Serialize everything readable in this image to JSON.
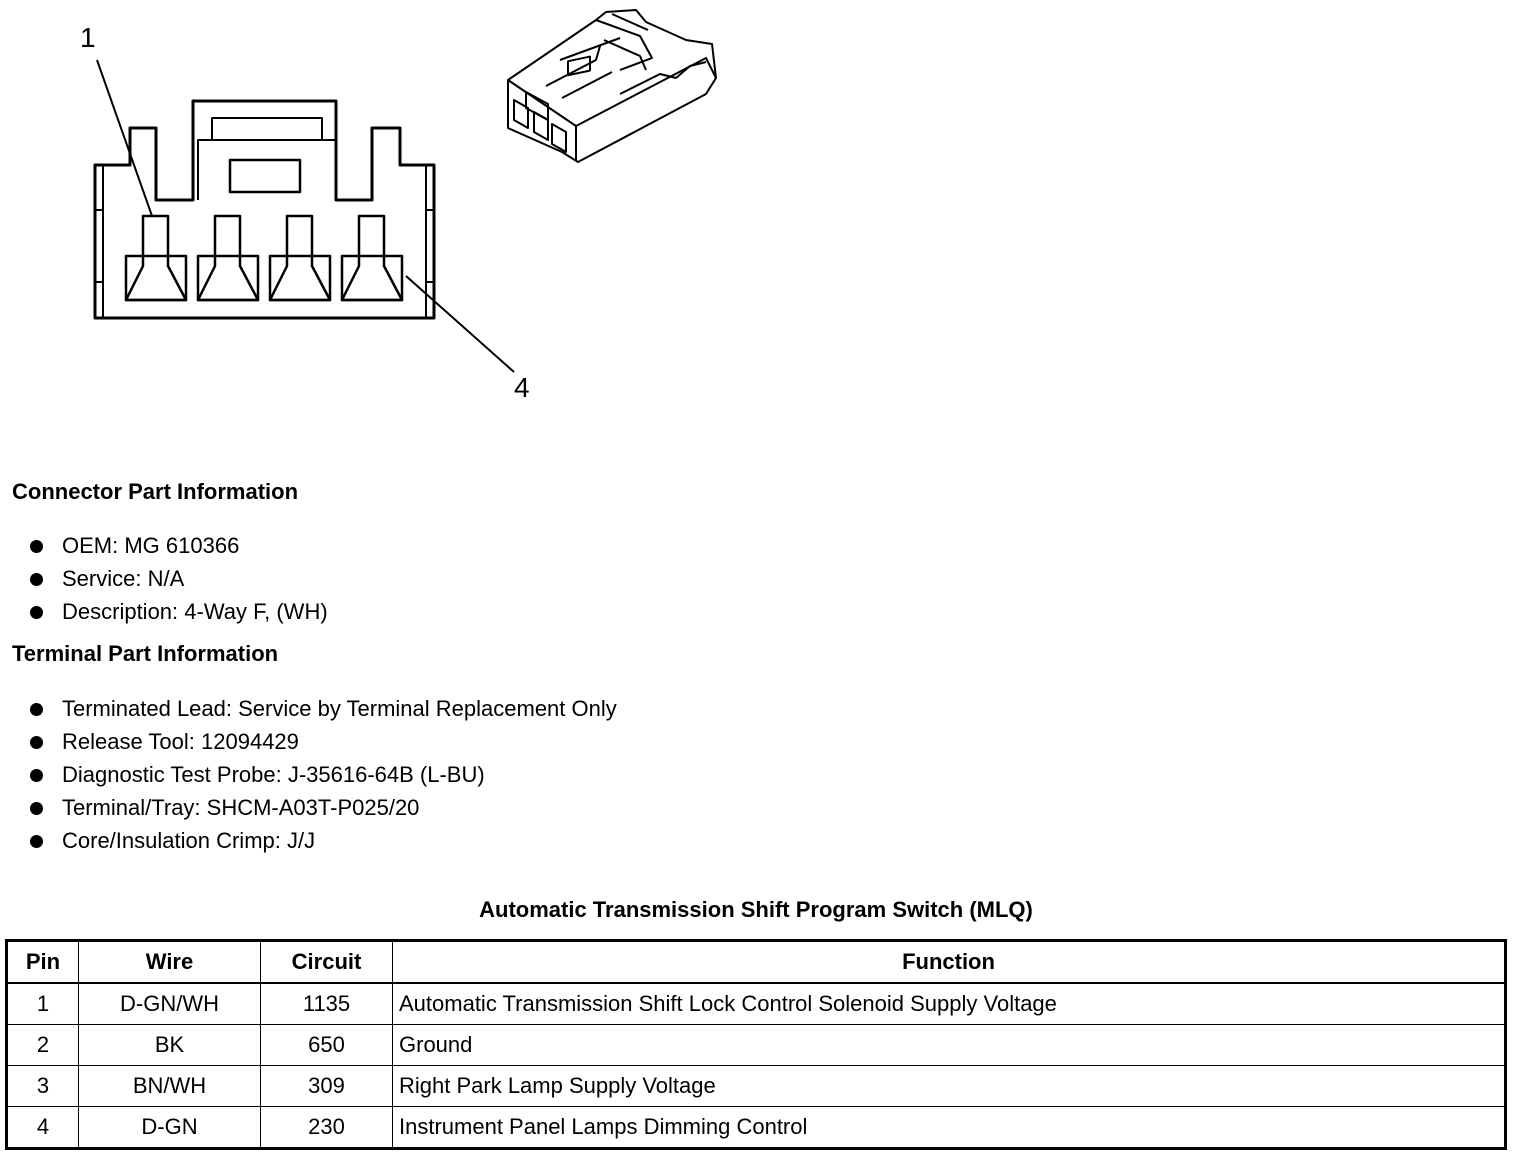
{
  "diagram": {
    "callout_1": "1",
    "callout_4": "4"
  },
  "connector_section": {
    "heading": "Connector Part Information",
    "items": [
      "OEM: MG 610366",
      "Service: N/A",
      "Description: 4-Way F, (WH)"
    ]
  },
  "terminal_section": {
    "heading": "Terminal Part Information",
    "items": [
      "Terminated Lead: Service by Terminal Replacement Only",
      "Release Tool: 12094429",
      "Diagnostic Test Probe: J-35616-64B (L-BU)",
      "Terminal/Tray: SHCM-A03T-P025/20",
      "Core/Insulation Crimp: J/J"
    ]
  },
  "table": {
    "caption": "Automatic Transmission Shift Program Switch (MLQ)",
    "headers": [
      "Pin",
      "Wire",
      "Circuit",
      "Function"
    ],
    "rows": [
      [
        "1",
        "D-GN/WH",
        "1135",
        "Automatic Transmission Shift Lock Control Solenoid Supply Voltage"
      ],
      [
        "2",
        "BK",
        "650",
        "Ground"
      ],
      [
        "3",
        "BN/WH",
        "309",
        "Right Park Lamp Supply Voltage"
      ],
      [
        "4",
        "D-GN",
        "230",
        "Instrument Panel Lamps Dimming Control"
      ]
    ]
  }
}
